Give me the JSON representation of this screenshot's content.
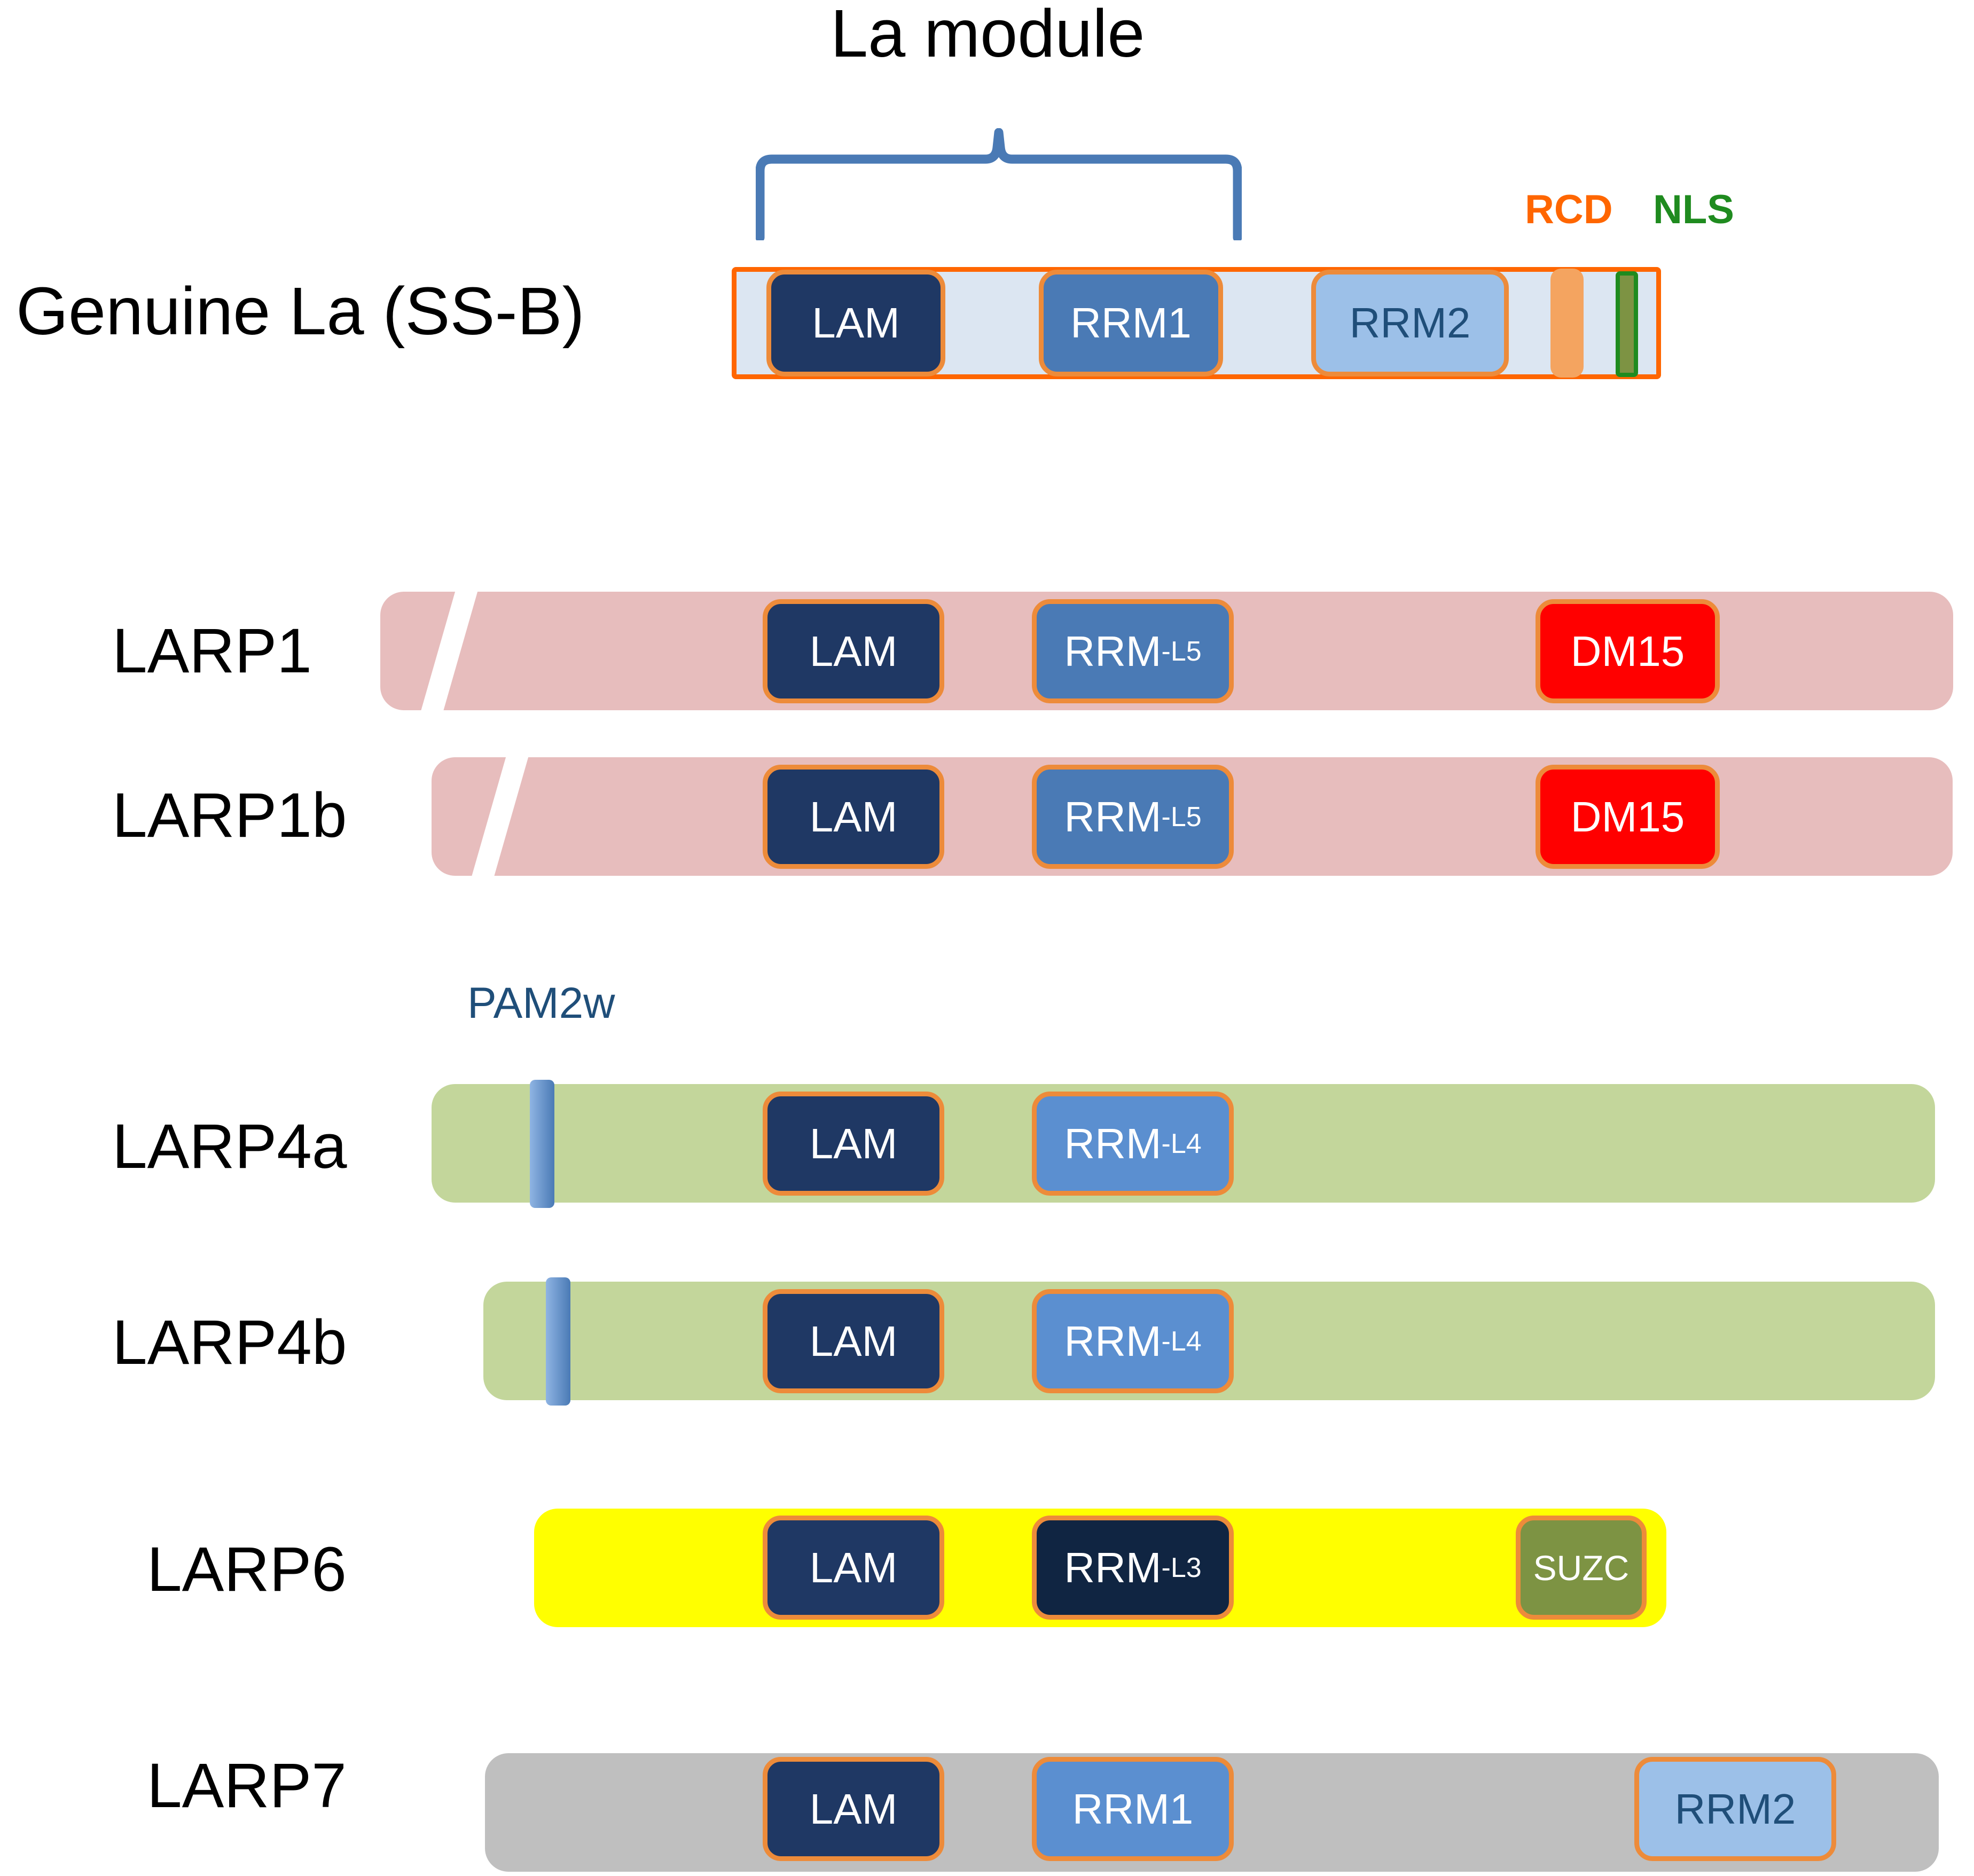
{
  "figure": {
    "title": "La module",
    "type": "protein-domain-architecture-diagram"
  },
  "annotations": {
    "la_module": "La module",
    "rcd": "RCD",
    "nls": "NLS",
    "pam2w": "PAM2w"
  },
  "colors": {
    "lam_fill": "#1F3864",
    "rrm_mid_fill": "#4A7AB5",
    "rrm_light_fill": "#9CC0E8",
    "rrm_dark_fill": "#102542",
    "dm15_fill": "#FF0000",
    "suzc_fill": "#7D9343",
    "domain_outline": "#ED8B3A",
    "la_backbone": "#DCE6F2",
    "la_backbone_outline": "#FF6600",
    "larp1_backbone": "#E7BDBD",
    "larp4_backbone": "#C3D69B",
    "larp6_backbone": "#FFFF00",
    "larp7_backbone": "#BFBFBF",
    "rcd_color": "#FF6600",
    "nls_color": "#1F8B1F",
    "pam2w_color": "#1F4E79",
    "bracket_color": "#4A7AB5"
  },
  "rows": [
    {
      "id": "genuine-la",
      "label": "Genuine La (SS-B)",
      "backbone_style": "la",
      "domains": [
        {
          "name": "LAM",
          "label": "LAM",
          "sub": "",
          "style": "lam"
        },
        {
          "name": "RRM1",
          "label": "RRM1",
          "sub": "",
          "style": "rrm-mid"
        },
        {
          "name": "RRM2",
          "label": "RRM2",
          "sub": "",
          "style": "rrm-light"
        }
      ],
      "markers": [
        {
          "name": "RCD",
          "label": "RCD"
        },
        {
          "name": "NLS",
          "label": "NLS"
        }
      ]
    },
    {
      "id": "larp1",
      "label": "LARP1",
      "backbone_style": "pink",
      "truncated": true,
      "domains": [
        {
          "name": "LAM",
          "label": "LAM",
          "sub": "",
          "style": "lam"
        },
        {
          "name": "RRM-L5",
          "label": "RRM",
          "sub": "-L5",
          "style": "rrm-mid"
        },
        {
          "name": "DM15",
          "label": "DM15",
          "sub": "",
          "style": "dm15"
        }
      ],
      "markers": []
    },
    {
      "id": "larp1b",
      "label": "LARP1b",
      "backbone_style": "pink",
      "truncated": true,
      "domains": [
        {
          "name": "LAM",
          "label": "LAM",
          "sub": "",
          "style": "lam"
        },
        {
          "name": "RRM-L5",
          "label": "RRM",
          "sub": "-L5",
          "style": "rrm-mid"
        },
        {
          "name": "DM15",
          "label": "DM15",
          "sub": "",
          "style": "dm15"
        }
      ],
      "markers": []
    },
    {
      "id": "larp4a",
      "label": "LARP4a",
      "backbone_style": "green",
      "truncated": false,
      "domains": [
        {
          "name": "LAM",
          "label": "LAM",
          "sub": "",
          "style": "lam"
        },
        {
          "name": "RRM-L4",
          "label": "RRM",
          "sub": "-L4",
          "style": "rrm1-l7"
        }
      ],
      "markers": [
        {
          "name": "PAM2w",
          "label": "PAM2w"
        }
      ]
    },
    {
      "id": "larp4b",
      "label": "LARP4b",
      "backbone_style": "green",
      "truncated": false,
      "domains": [
        {
          "name": "LAM",
          "label": "LAM",
          "sub": "",
          "style": "lam"
        },
        {
          "name": "RRM-L4",
          "label": "RRM",
          "sub": "-L4",
          "style": "rrm1-l7"
        }
      ],
      "markers": [
        {
          "name": "PAM2w",
          "label": ""
        }
      ]
    },
    {
      "id": "larp6",
      "label": "LARP6",
      "backbone_style": "yellow",
      "truncated": false,
      "domains": [
        {
          "name": "LAM",
          "label": "LAM",
          "sub": "",
          "style": "lam"
        },
        {
          "name": "RRM-L3",
          "label": "RRM",
          "sub": "-L3",
          "style": "rrm-dark"
        },
        {
          "name": "SUZC",
          "label": "SUZC",
          "sub": "",
          "style": "suzc"
        }
      ],
      "markers": []
    },
    {
      "id": "larp7",
      "label": "LARP7",
      "backbone_style": "gray",
      "truncated": false,
      "domains": [
        {
          "name": "LAM",
          "label": "LAM",
          "sub": "",
          "style": "lam"
        },
        {
          "name": "RRM1",
          "label": "RRM1",
          "sub": "",
          "style": "rrm1-l7"
        },
        {
          "name": "RRM2",
          "label": "RRM2",
          "sub": "",
          "style": "rrm2-l7"
        }
      ],
      "markers": []
    }
  ]
}
